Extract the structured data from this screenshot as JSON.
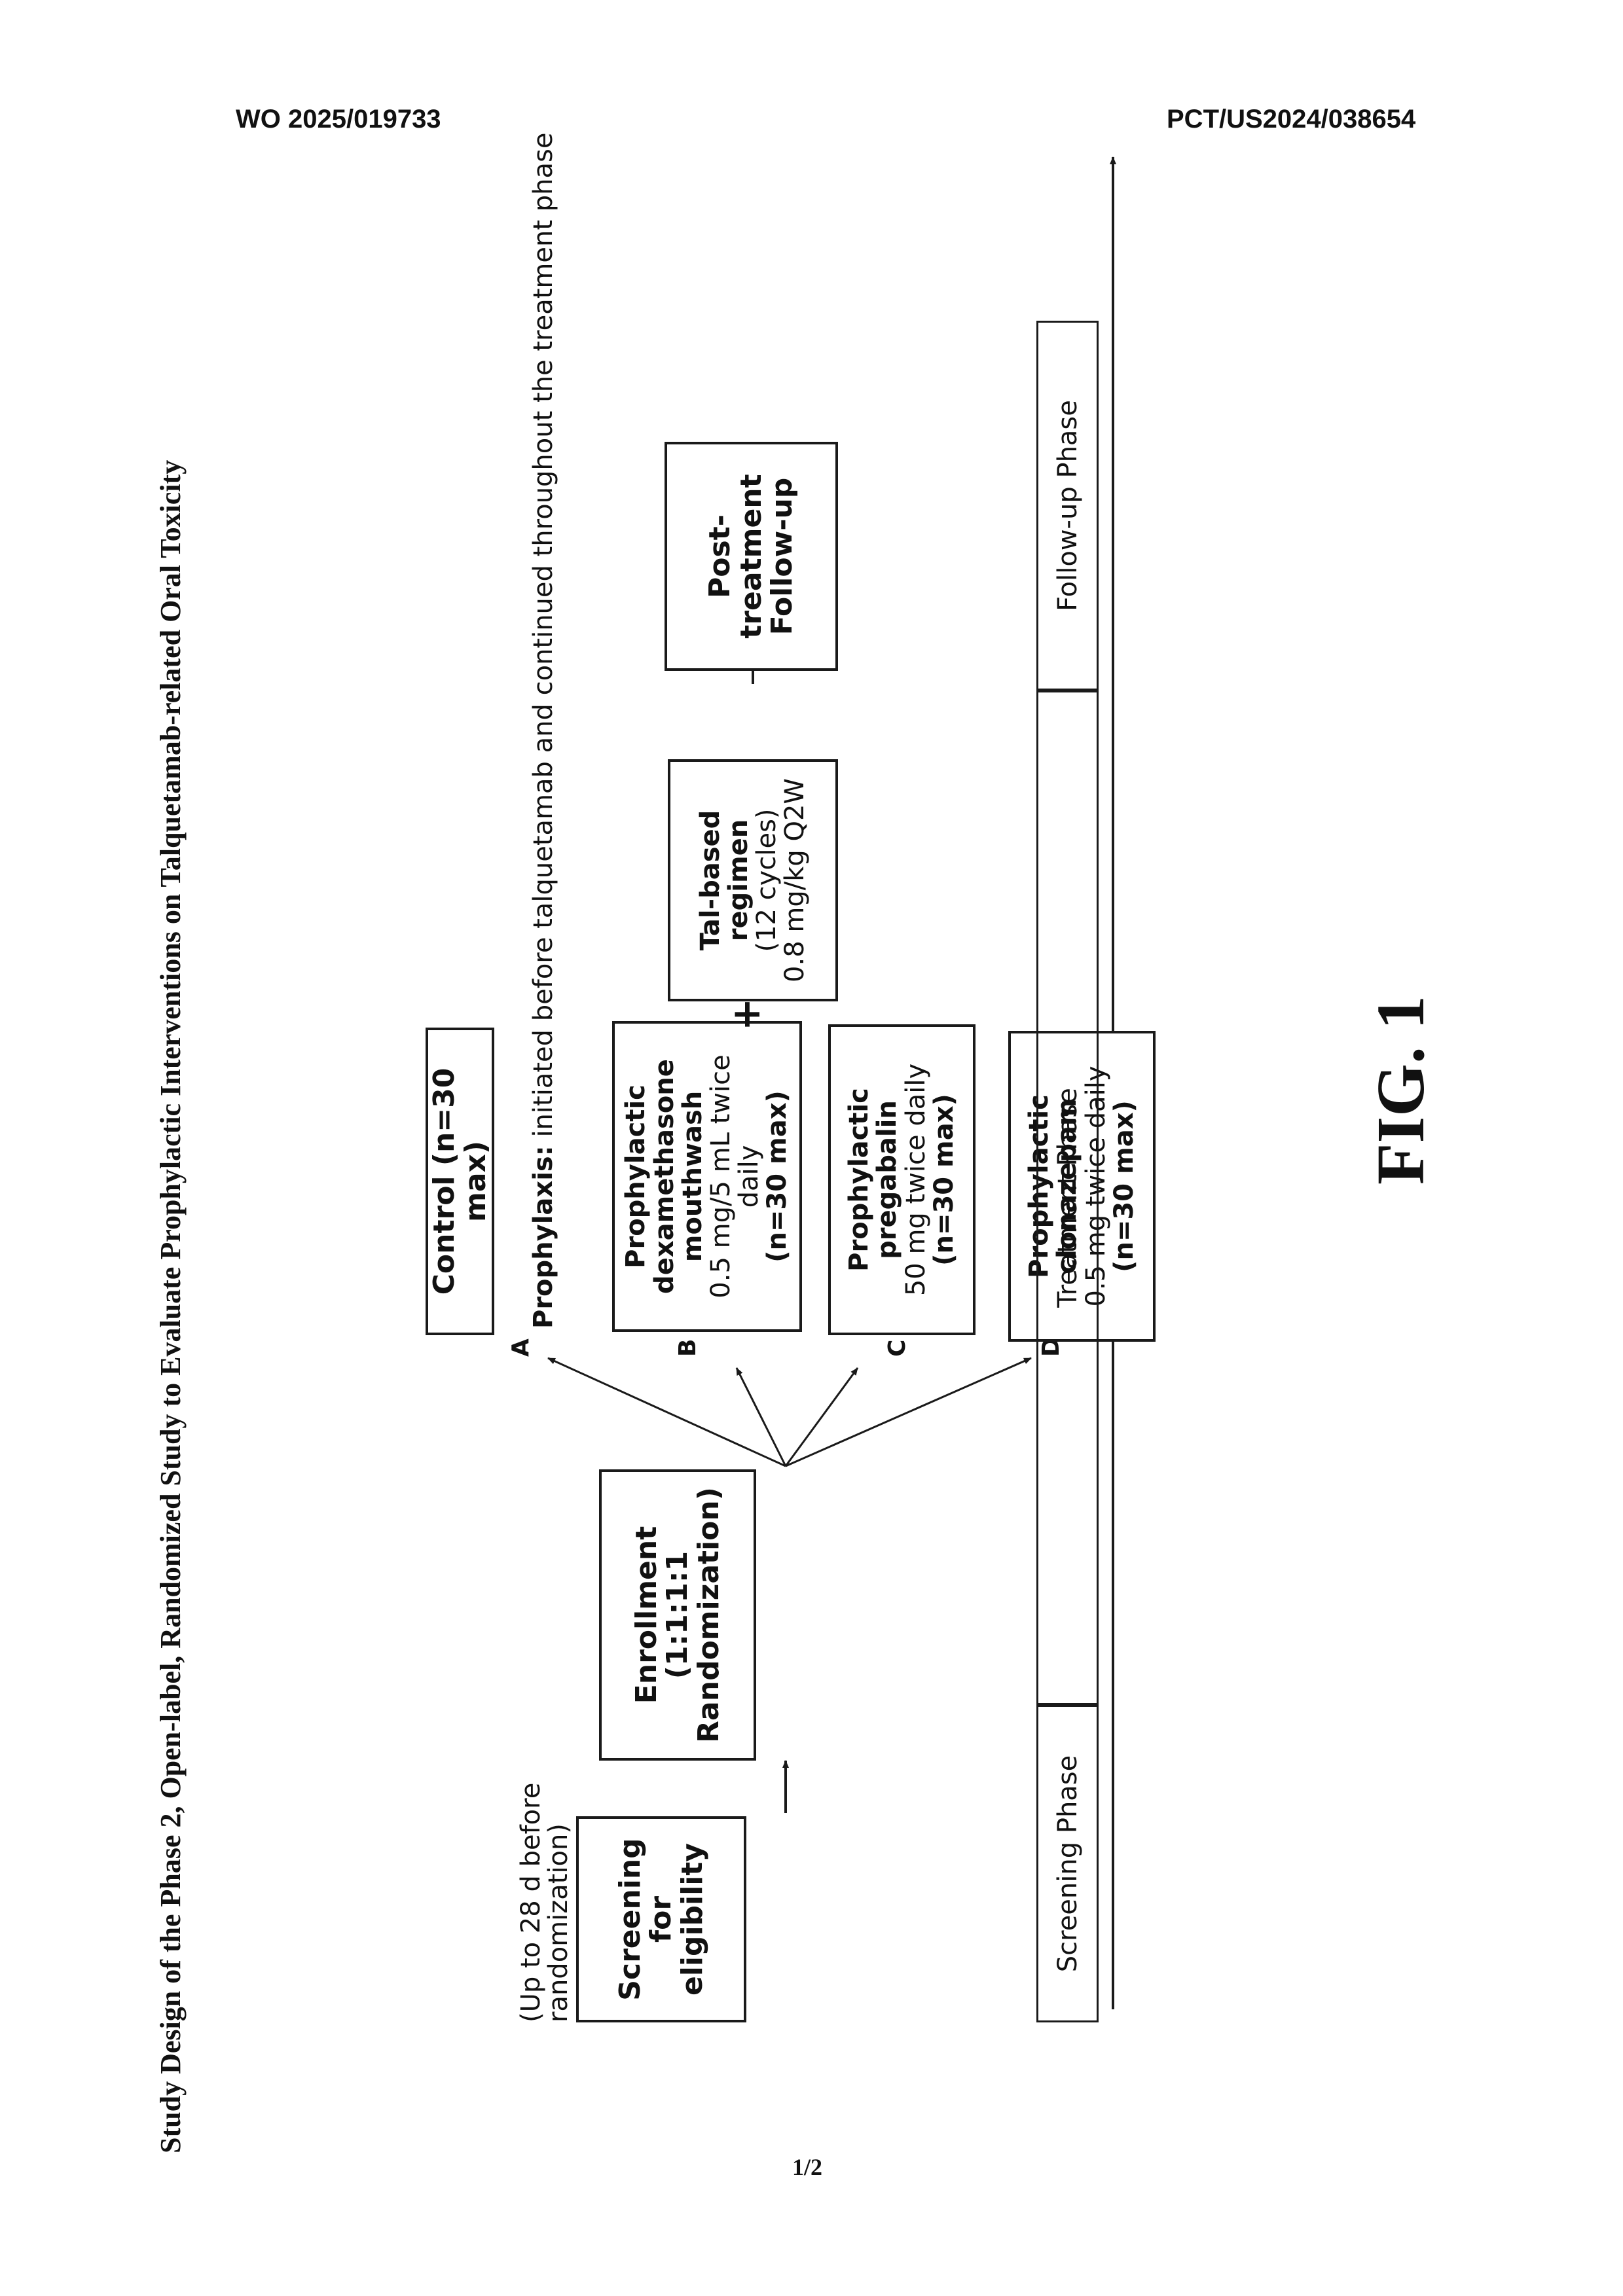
{
  "header": {
    "left": "WO 2025/019733",
    "right": "PCT/US2024/038654"
  },
  "page_number": "1/2",
  "figure": {
    "title": "Study Design of the Phase 2, Open-label, Randomized Study to Evaluate Prophylactic Interventions on Talquetamab-related Oral Toxicity",
    "label": "FIG. 1",
    "screening_note": [
      "(Up to 28 d before",
      "randomization)"
    ],
    "screening_box": [
      "Screening",
      "for",
      "eligibility"
    ],
    "enrollment_box": [
      "Enrollment",
      "(1:1:1:1",
      "Randomization)"
    ],
    "arm_letters": [
      "A",
      "B",
      "C",
      "D"
    ],
    "control_box": "Control (n=30 max)",
    "prophylaxis_label": "Prophylaxis:",
    "prophylaxis_text": " initiated before talquetamab and continued throughout the treatment phase",
    "arm_b": {
      "bold": [
        "Prophylactic",
        "dexamethasone",
        "mouthwash"
      ],
      "normal": [
        "0.5 mg/5 mL twice",
        "daily"
      ],
      "n": "(n=30 max)"
    },
    "arm_c": {
      "bold": [
        "Prophylactic",
        "pregabalin"
      ],
      "normal": [
        "50 mg twice daily"
      ],
      "n": "(n=30 max)"
    },
    "arm_d": {
      "bold": [
        "Prophylactic",
        "clonazepam"
      ],
      "normal": [
        "0.5 mg twice daily"
      ],
      "n": "(n=30 max)"
    },
    "plus_sign": "+",
    "tal_box": {
      "bold": [
        "Tal-based",
        "regimen"
      ],
      "normal": [
        "(12 cycles)",
        "0.8 mg/kg Q2W"
      ]
    },
    "followup_box": [
      "Post-",
      "treatment",
      "Follow-up"
    ],
    "phases": [
      "Screening Phase",
      "Treatment Phase",
      "Follow-up Phase"
    ]
  }
}
